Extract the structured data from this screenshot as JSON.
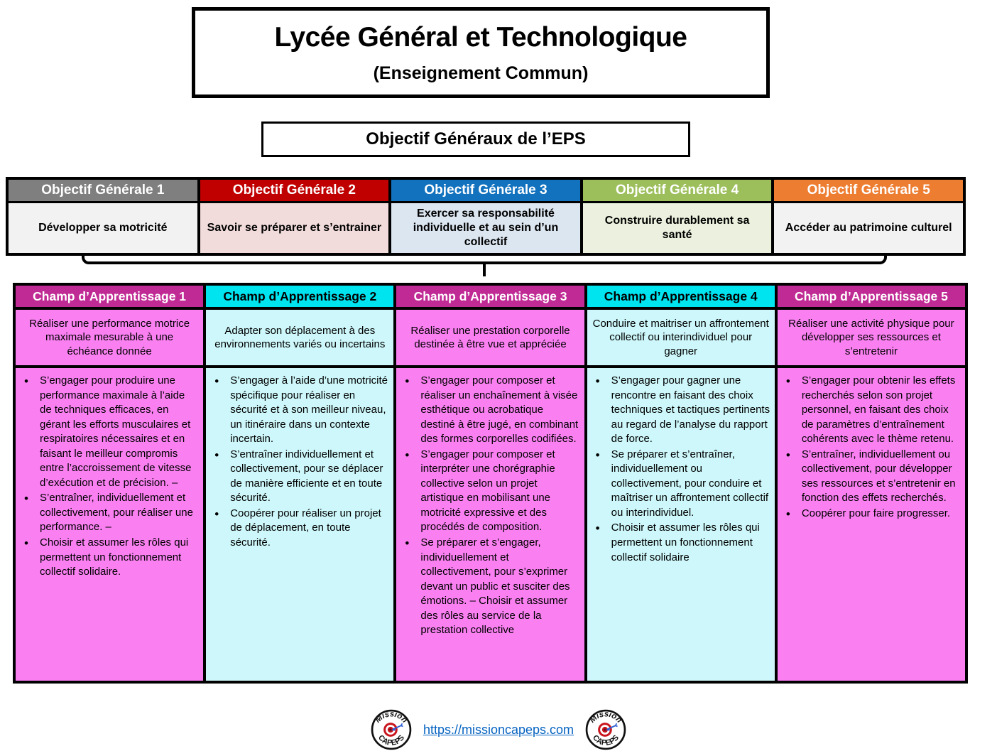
{
  "page": {
    "title": "Lycée Général et Technologique",
    "subtitle": "(Enseignement Commun)",
    "section_title": "Objectif Généraux de l’EPS"
  },
  "objectifs": [
    {
      "label": "Objectif Générale 1",
      "description": "Développer sa motricité",
      "header_color": "#7F7F7F",
      "header_text_color": "#FFFFFF",
      "body_color": "#F2F2F2"
    },
    {
      "label": "Objectif Générale 2",
      "description": "Savoir se préparer et s’entrainer",
      "header_color": "#C00000",
      "header_text_color": "#FFFFFF",
      "body_color": "#F2DCDB"
    },
    {
      "label": "Objectif Générale 3",
      "description": "Exercer sa responsabilité individuelle et au sein d’un collectif",
      "header_color": "#1272BE",
      "header_text_color": "#FFFFFF",
      "body_color": "#DCE6F1"
    },
    {
      "label": "Objectif Générale 4",
      "description": "Construire durablement sa santé",
      "header_color": "#9CBF5C",
      "header_text_color": "#FFFFFF",
      "body_color": "#EBF1DE"
    },
    {
      "label": "Objectif Générale 5",
      "description": "Accéder au patrimoine culturel",
      "header_color": "#ED7D31",
      "header_text_color": "#FFFFFF",
      "body_color": "#F2F2F2"
    }
  ],
  "champs": [
    {
      "label": "Champ d’Apprentissage 1",
      "header_color": "#C02A94",
      "header_text_color": "#FFFFFF",
      "body_color": "#FA80F2",
      "description": "Réaliser une performance motrice maximale mesurable à une échéance donnée",
      "bullets": [
        "S’engager pour produire une performance maximale à l’aide de techniques efficaces, en gérant les efforts musculaires et respiratoires nécessaires et en faisant le meilleur compromis entre l’accroissement de vitesse d’exécution et de précision. –",
        "S’entraîner, individuellement et collectivement, pour réaliser une performance. –",
        "Choisir et assumer les rôles qui permettent un fonctionnement collectif solidaire."
      ]
    },
    {
      "label": "Champ d’Apprentissage 2",
      "header_color": "#00E4F0",
      "header_text_color": "#000000",
      "body_color": "#CDF7FA",
      "description": "Adapter son déplacement à des environnements variés ou incertains",
      "bullets": [
        "S’engager à l’aide d’une motricité spécifique pour réaliser en sécurité et à son meilleur niveau, un itinéraire dans un contexte incertain.",
        "S’entraîner individuellement et collectivement, pour se déplacer de manière efficiente et en toute sécurité.",
        "Coopérer pour réaliser un projet de déplacement, en toute sécurité."
      ]
    },
    {
      "label": "Champ d’Apprentissage 3",
      "header_color": "#C02A94",
      "header_text_color": "#FFFFFF",
      "body_color": "#FA80F2",
      "description": "Réaliser une prestation corporelle destinée à être vue et appréciée",
      "bullets": [
        "S’engager pour composer et réaliser un enchaînement à visée esthétique ou acrobatique destiné à être jugé, en combinant des formes corporelles codifiées.",
        "S’engager pour composer et interpréter une chorégraphie collective selon un projet artistique en mobilisant une motricité expressive et des procédés de composition.",
        "Se préparer et s’engager, individuellement et collectivement, pour s’exprimer devant un public et susciter des émotions. – Choisir et assumer des rôles au service de la prestation collective"
      ]
    },
    {
      "label": "Champ d’Apprentissage 4",
      "header_color": "#00E4F0",
      "header_text_color": "#000000",
      "body_color": "#CDF7FA",
      "description": "Conduire et maitriser un affrontement collectif ou interindividuel pour gagner",
      "bullets": [
        "S’engager pour gagner une rencontre en faisant des choix techniques et tactiques pertinents au regard de l’analyse du rapport de force.",
        "Se préparer et s’entraîner, individuellement ou collectivement, pour conduire et maîtriser un affrontement collectif ou interindividuel.",
        "Choisir et assumer les rôles qui permettent un fonctionnement collectif solidaire"
      ]
    },
    {
      "label": "Champ d’Apprentissage 5",
      "header_color": "#C02A94",
      "header_text_color": "#FFFFFF",
      "body_color": "#FA80F2",
      "description": "Réaliser une activité physique pour développer ses ressources et s’entretenir",
      "bullets": [
        "S’engager pour obtenir les effets recherchés selon son projet personnel, en faisant des choix de paramètres d’entraînement cohérents avec le thème retenu.",
        "S’entraîner, individuellement ou collectivement, pour développer ses ressources et s’entretenir en fonction des effets recherchés.",
        "Coopérer pour faire progresser."
      ]
    }
  ],
  "footer": {
    "link_text": "https://missioncapeps.com",
    "link_color": "#0563C1",
    "logo": {
      "top_text": "Mission",
      "bottom_text": "CAPEPS"
    }
  }
}
